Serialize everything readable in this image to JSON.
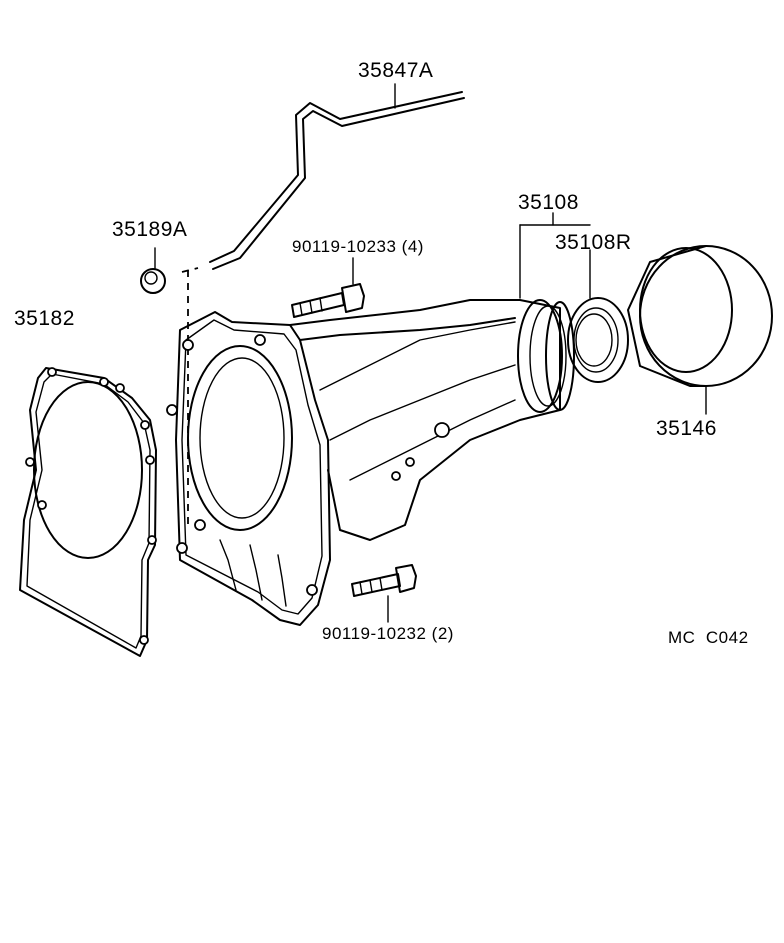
{
  "diagram": {
    "parts": {
      "tube": "35847A",
      "plug": "35189A",
      "bolt_upper": "90119-10233 (4)",
      "extension_housing": "35108",
      "oil_seal": "35108R",
      "dust_cover": "35146",
      "gasket": "35182",
      "bolt_lower": "90119-10232 (2)"
    },
    "code": "MC  C042"
  }
}
